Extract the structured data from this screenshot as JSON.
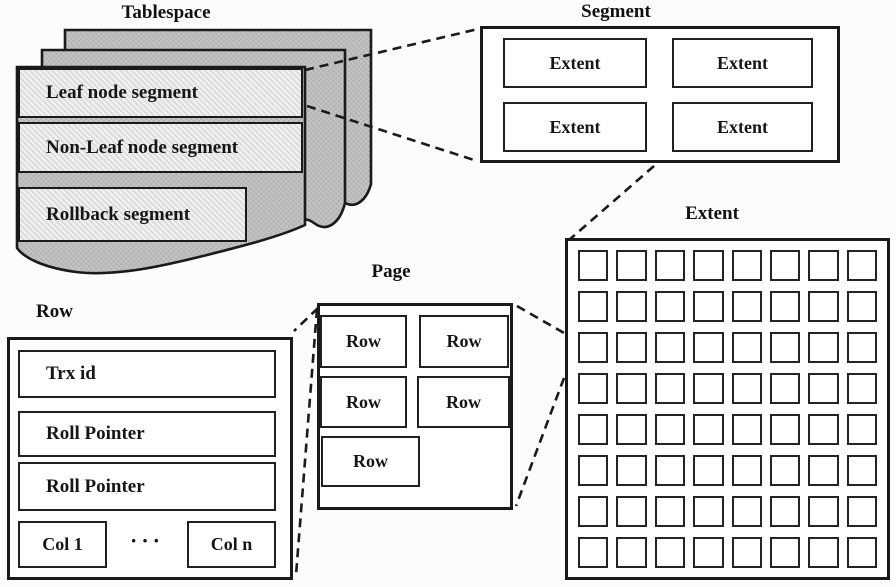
{
  "canvas": {
    "background": "#fcfcfc",
    "line_color": "#1a1a1a",
    "sheet_fill": "#bdbdbd",
    "bar_fill": "#e8e8e8",
    "box_fill": "#ffffff"
  },
  "tablespace": {
    "label": "Tablespace",
    "segments": [
      "Leaf node segment",
      "Non-Leaf node segment",
      "Rollback segment"
    ]
  },
  "segment": {
    "label": "Segment",
    "extents": [
      "Extent",
      "Extent",
      "Extent",
      "Extent"
    ]
  },
  "extent": {
    "label": "Extent",
    "grid": {
      "rows": 8,
      "cols": 8
    }
  },
  "page": {
    "label": "Page",
    "row_cells": [
      "Row",
      "Row",
      "Row",
      "Row",
      "Row"
    ]
  },
  "row": {
    "label": "Row",
    "fields": [
      "Trx id",
      "Roll Pointer",
      "Roll Pointer"
    ],
    "first_col": "Col 1",
    "ellipsis": "···",
    "last_col": "Col n"
  }
}
